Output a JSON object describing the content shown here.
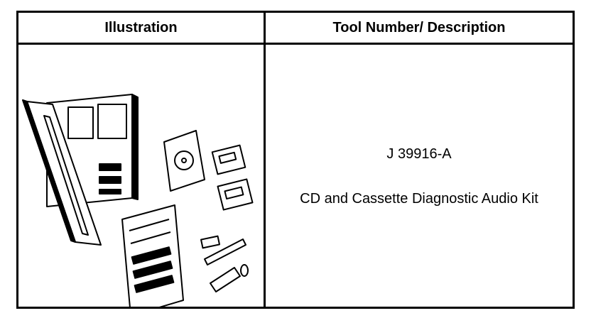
{
  "table": {
    "headers": {
      "illustration": "Illustration",
      "tool_number_description": "Tool Number/ Description"
    },
    "row": {
      "tool_number": "J 39916-A",
      "description": "CD and Cassette Diagnostic Audio Kit"
    }
  },
  "illustration": {
    "icon": "diagnostic-audio-kit-drawing"
  }
}
